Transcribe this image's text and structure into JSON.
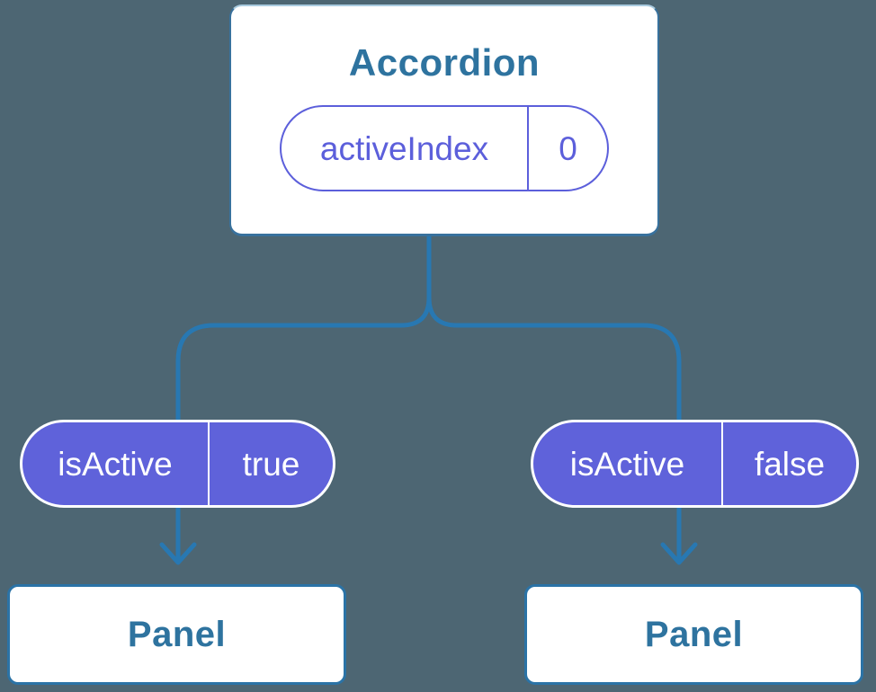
{
  "diagram": {
    "description": "Component tree showing state lifted into Accordion and passed to two Panel children as isActive props",
    "colors": {
      "background": "#4d6673",
      "connector_blue": "#2878b2",
      "card_border_blue": "#2b73a6",
      "heading_blue": "#2e739f",
      "pill_purple": "#5f62da",
      "pill_outline_purple": "#5c5fdb",
      "card_background": "#ffffff"
    }
  },
  "tree": {
    "root": {
      "title": "Accordion",
      "state": {
        "name": "activeIndex",
        "value": "0"
      }
    },
    "children": [
      {
        "prop": {
          "name": "isActive",
          "value": "true"
        },
        "title": "Panel"
      },
      {
        "prop": {
          "name": "isActive",
          "value": "false"
        },
        "title": "Panel"
      }
    ]
  }
}
